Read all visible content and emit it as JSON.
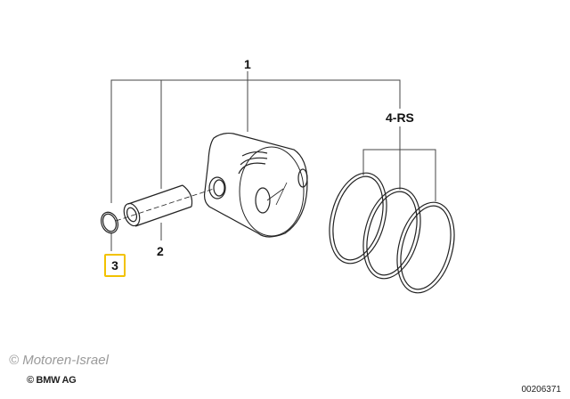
{
  "diagram": {
    "callouts": [
      {
        "id": "1",
        "label": "1",
        "part": "piston"
      },
      {
        "id": "2",
        "label": "2",
        "part": "piston-pin"
      },
      {
        "id": "3",
        "label": "3",
        "part": "circlip",
        "highlighted": true
      },
      {
        "id": "4",
        "label": "4-RS",
        "part": "piston-rings"
      }
    ],
    "highlight_color": "#f2c200"
  },
  "footer": {
    "watermark": "© Motoren-Israel",
    "copyright": "© BMW AG",
    "diagram_id": "00206371"
  }
}
